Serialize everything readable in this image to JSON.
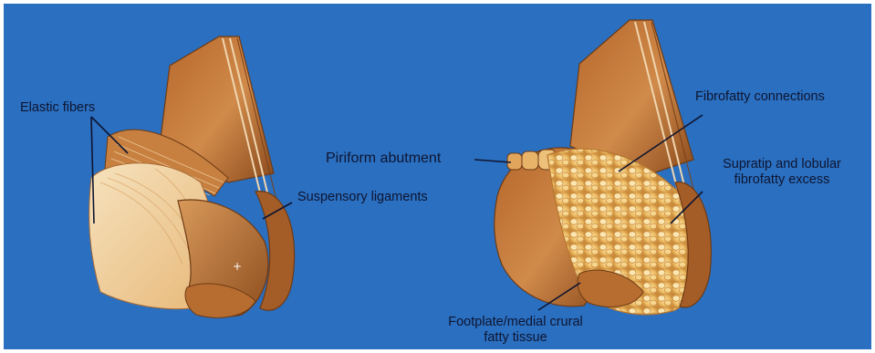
{
  "colors": {
    "background": "#2a6fc0",
    "frame": "#ffffff",
    "skin_dark": "#8a4a1c",
    "skin_mid": "#c97a3a",
    "skin_light": "#f4dcb0",
    "fat": "#f1c46e",
    "label_text": "#0f1530"
  },
  "left_panel": {
    "labels": {
      "elastic_fibers": "Elastic fibers",
      "suspensory_ligaments": "Suspensory ligaments"
    }
  },
  "right_panel": {
    "labels": {
      "piriform_abutment": "Piriform abutment",
      "fibrofatty_connections": "Fibrofatty connections",
      "supratip_line1": "Supratip and lobular",
      "supratip_line2": "fibrofatty excess",
      "footplate_line1": "Footplate/medial crural",
      "footplate_line2": "fatty tissue"
    }
  }
}
